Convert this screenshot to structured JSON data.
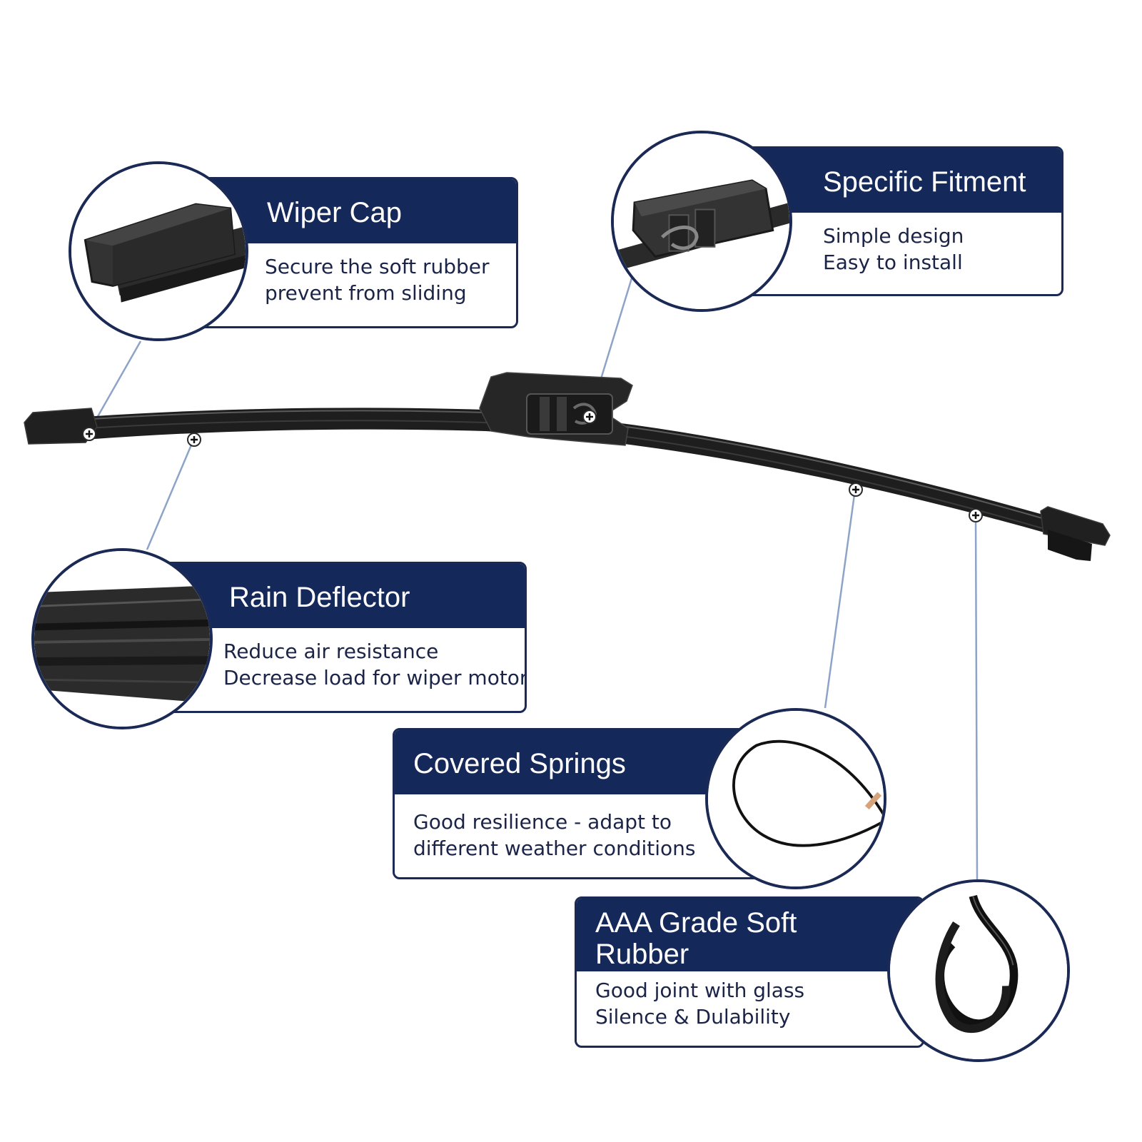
{
  "callouts": {
    "wiper_cap": {
      "title": "Wiper Cap",
      "lines": [
        "Secure the soft rubber",
        "prevent from sliding"
      ]
    },
    "specific_fitment": {
      "title": "Specific Fitment",
      "lines": [
        "Simple design",
        "Easy to install"
      ]
    },
    "rain_deflector": {
      "title": "Rain Deflector",
      "lines": [
        "Reduce air resistance",
        "Decrease load for wiper motor"
      ]
    },
    "covered_springs": {
      "title": "Covered Springs",
      "lines": [
        "Good resilience - adapt to",
        "different weather conditions"
      ]
    },
    "soft_rubber": {
      "title_lines": [
        "AAA Grade Soft",
        "Rubber"
      ],
      "lines": [
        "Good joint with glass",
        "Silence & Dulability"
      ]
    }
  },
  "colors": {
    "navy": "#14285a",
    "border": "#1b2a55",
    "body_text": "#1b2447",
    "leader": "#8da3c7",
    "blade": "#1a1a1a"
  },
  "icons": [
    "wiper-blade-icon",
    "plus-marker-icon",
    "spring-wire-icon",
    "rubber-strip-icon",
    "end-cap-icon",
    "adapter-icon",
    "deflector-icon"
  ]
}
